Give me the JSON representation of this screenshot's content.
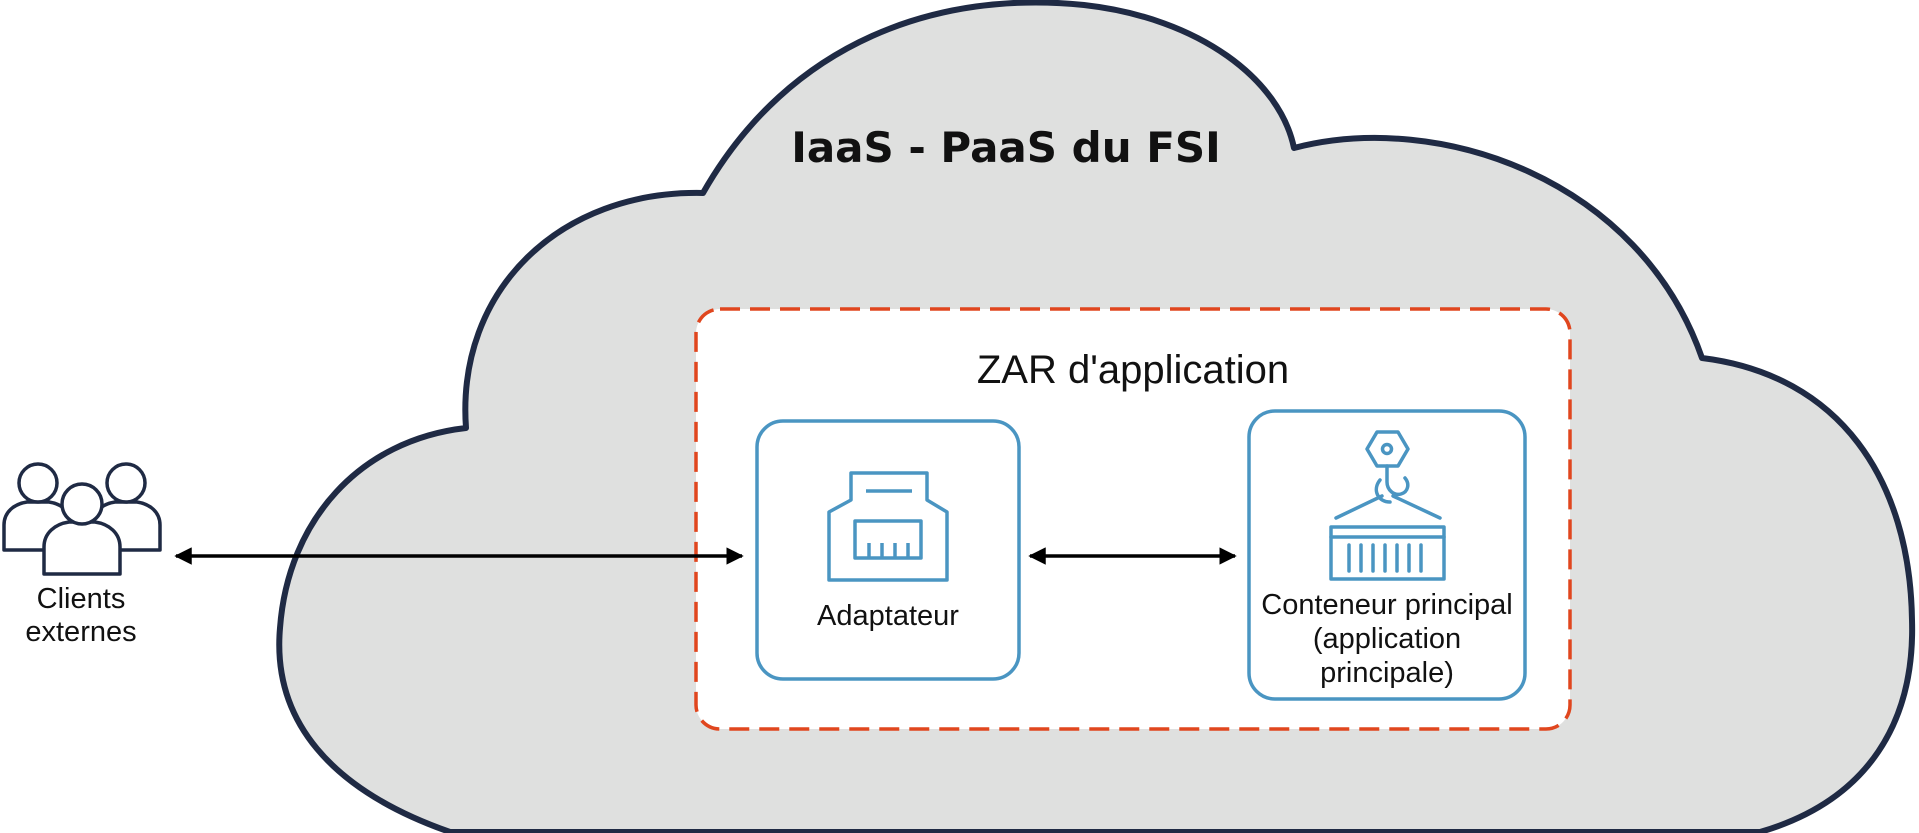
{
  "cloud": {
    "title": "IaaS - PaaS du FSI"
  },
  "zone": {
    "title": "ZAR d'application"
  },
  "clients": {
    "label_line1": "Clients",
    "label_line2": "externes",
    "icon": "people-group-icon"
  },
  "adapter": {
    "label": "Adaptateur",
    "icon": "network-adapter-icon"
  },
  "main_container": {
    "label_line1": "Conteneur principal",
    "label_line2": "(application",
    "label_line3": "principale)",
    "icon": "crane-container-icon"
  },
  "connections": [
    {
      "from": "Clients externes",
      "to": "Adaptateur",
      "direction": "bidirectional"
    },
    {
      "from": "Adaptateur",
      "to": "Conteneur principal",
      "direction": "bidirectional"
    }
  ],
  "colors": {
    "cloud_fill": "#dfe0df",
    "cloud_stroke": "#1f2a44",
    "zone_border": "#e0461e",
    "node_stroke": "#4a95c2",
    "arrow": "#000000"
  }
}
